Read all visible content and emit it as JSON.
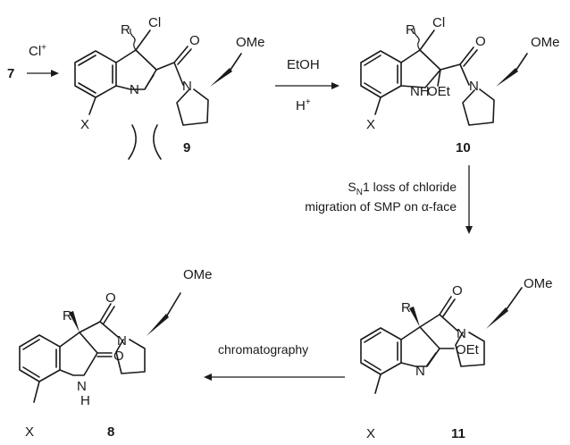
{
  "labels": {
    "cl": "Cl",
    "r": "R",
    "x": "X",
    "n": "N",
    "nh": "NH",
    "h": "H",
    "o": "O",
    "ome": "OMe",
    "oet": "OEt",
    "cl_plus": "Cl",
    "plus": "+"
  },
  "compounds": {
    "start": "7",
    "chloroindolenine": "9",
    "ethoxy_adduct": "10",
    "imino_ether": "11",
    "oxindole": "8"
  },
  "reagents": {
    "step2_top": "EtOH",
    "step2_bottom_h": "H",
    "step2_bottom_plus": "+",
    "step3_line1_s": "S",
    "step3_line1_sub": "N",
    "step3_line1_rest": "1 loss of chloride",
    "step3_line2": "migration of SMP on α-face",
    "step4": "chromatography"
  }
}
